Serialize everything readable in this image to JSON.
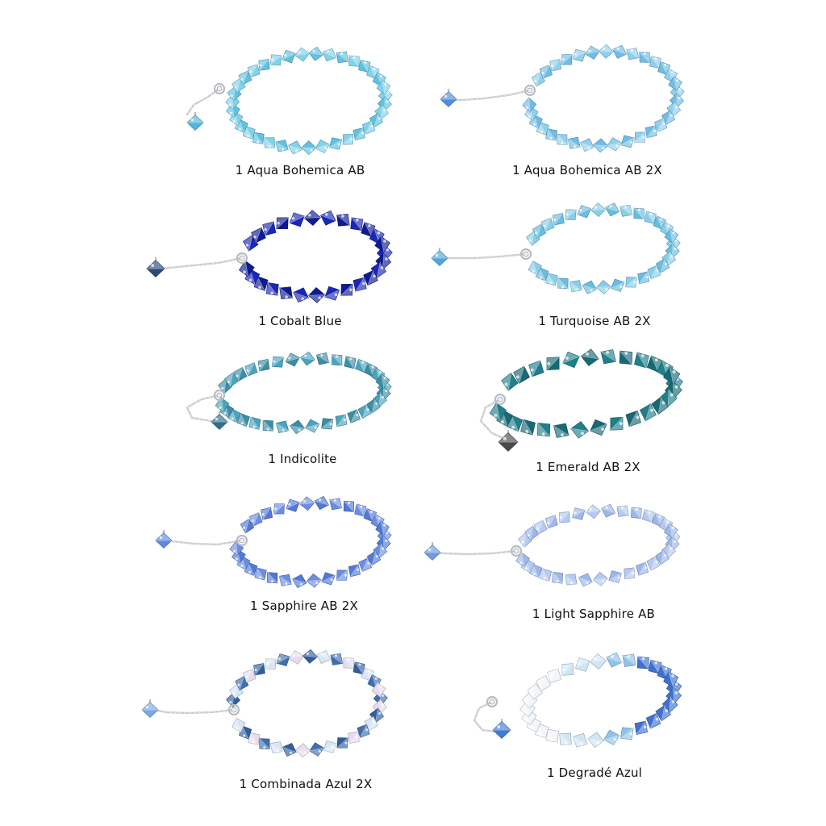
{
  "items": [
    {
      "label": "1 Aqua Bohemica AB",
      "bead_colors": [
        "#7fd3ec",
        "#5fc2e2"
      ],
      "pendant_color": "#4fb6dc"
    },
    {
      "label": "1 Aqua Bohemica AB 2X",
      "bead_colors": [
        "#8fd0ee",
        "#6fbde6"
      ],
      "pendant_color": "#4f8fd8"
    },
    {
      "label": "1 Cobalt Blue",
      "bead_colors": [
        "#1a28b8",
        "#0e1a92"
      ],
      "pendant_color": "#2a4a78"
    },
    {
      "label": "1 Turquoise AB 2X",
      "bead_colors": [
        "#86cfea",
        "#68bde0"
      ],
      "pendant_color": "#4da6d6"
    },
    {
      "label": "1 Indicolite",
      "bead_colors": [
        "#4aa4be",
        "#3a8ea8"
      ],
      "pendant_color": "#2f6f8c"
    },
    {
      "label": "1 Emerald AB 2X",
      "bead_colors": [
        "#1f7f8a",
        "#176a74"
      ],
      "pendant_color": "#4a4a48"
    },
    {
      "label": "1 Sapphire AB 2X",
      "bead_colors": [
        "#6b8ee4",
        "#5278d8"
      ],
      "pendant_color": "#5b8ae0"
    },
    {
      "label": "1 Light Sapphire AB",
      "bead_colors": [
        "#b4caf2",
        "#9cb7ec"
      ],
      "pendant_color": "#6f9ae0"
    },
    {
      "label": "1 Combinada Azul 2X",
      "bead_colors": [
        "#3f6fae",
        "#e6dcf2",
        "#2f5f9e",
        "#d8e6f6"
      ],
      "pendant_color": "#7aa8e6"
    },
    {
      "label": "1 Degradé Azul",
      "bead_colors": [
        "#f2f6fa",
        "#cfe6f4",
        "#8ec4ea",
        "#3f72d0"
      ],
      "pendant_color": "#3f7ad8"
    }
  ]
}
